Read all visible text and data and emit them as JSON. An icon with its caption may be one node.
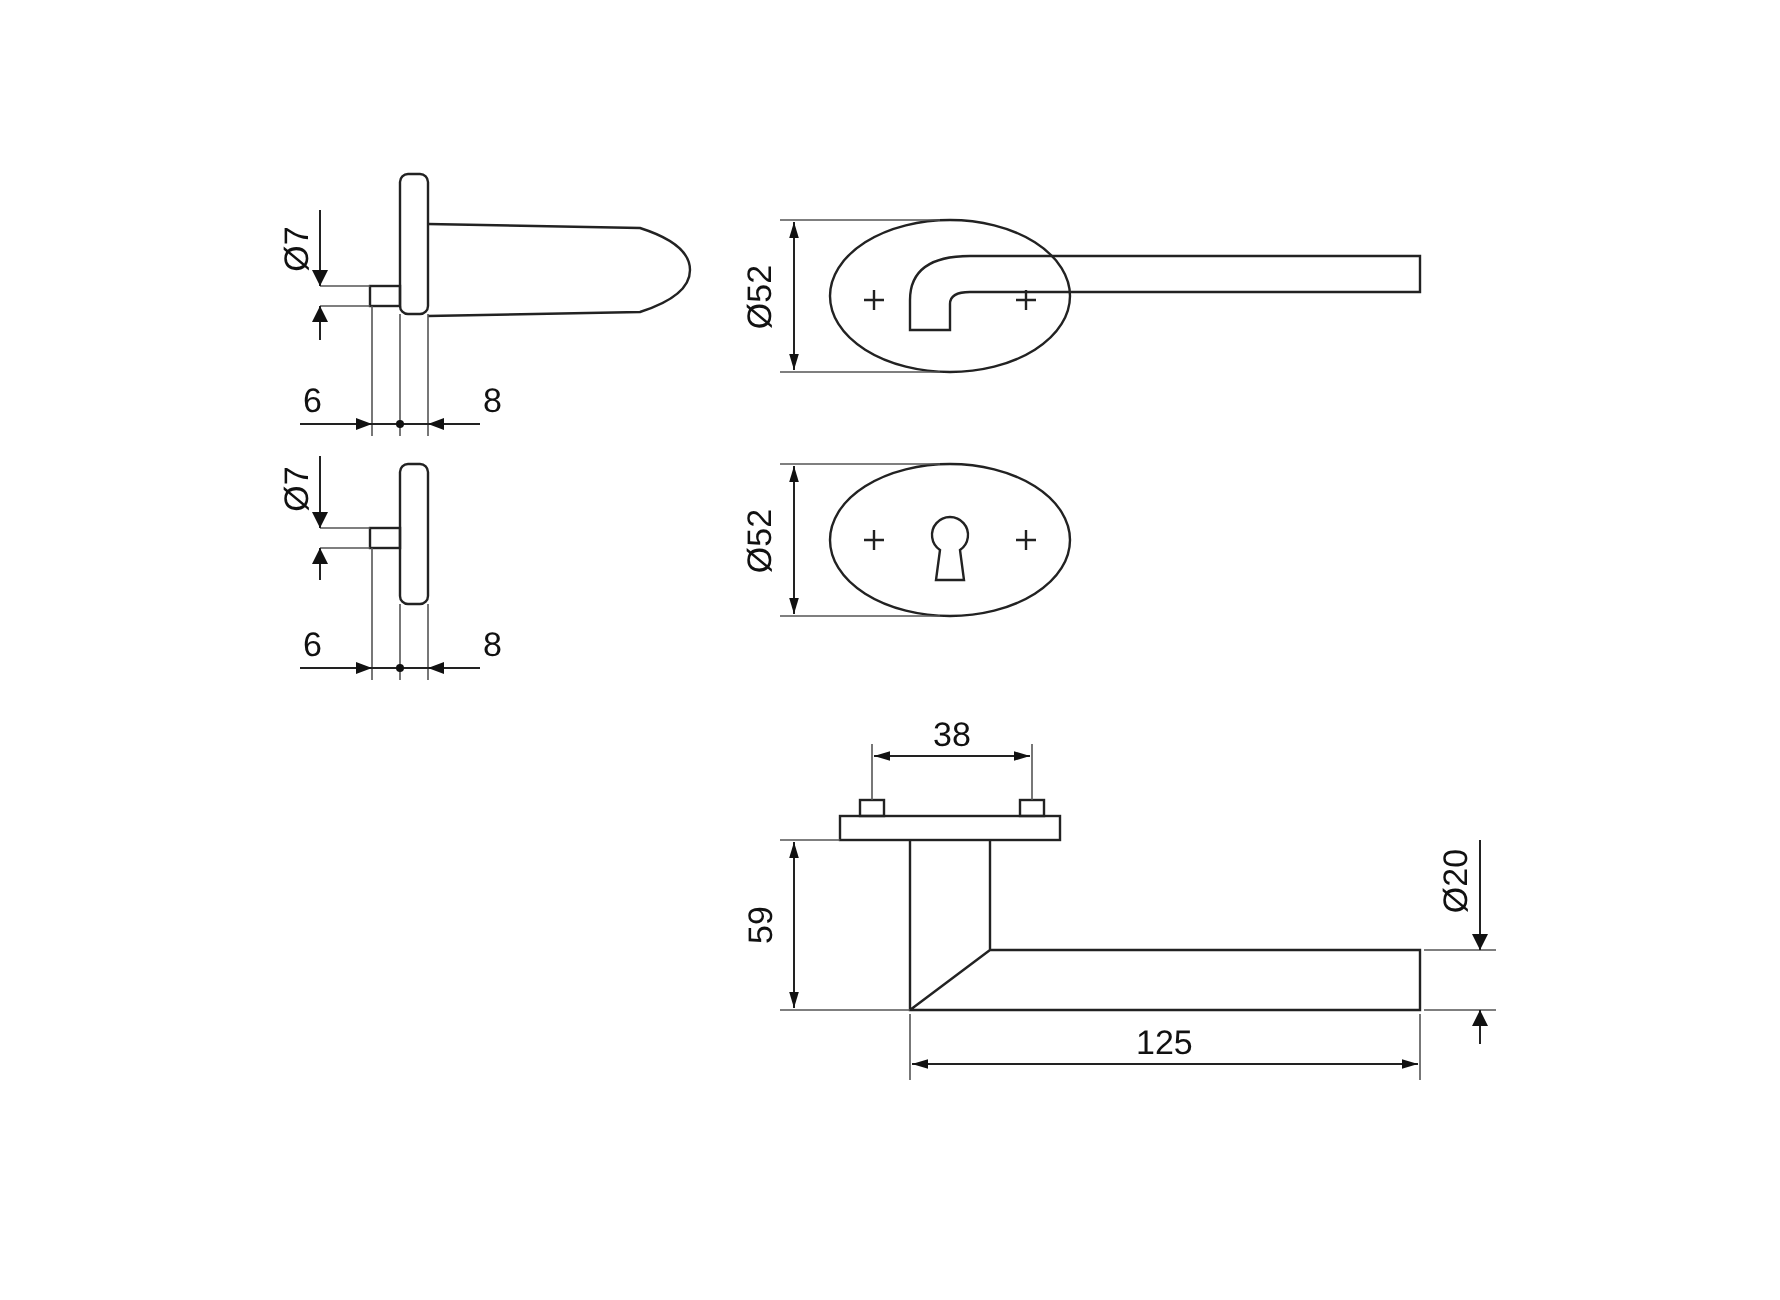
{
  "diagram": {
    "labels": [
      "Ø7",
      "Ø52",
      "6",
      "8",
      "Ø7",
      "Ø52",
      "6",
      "8",
      "38",
      "Ø20",
      "59",
      "125"
    ]
  }
}
